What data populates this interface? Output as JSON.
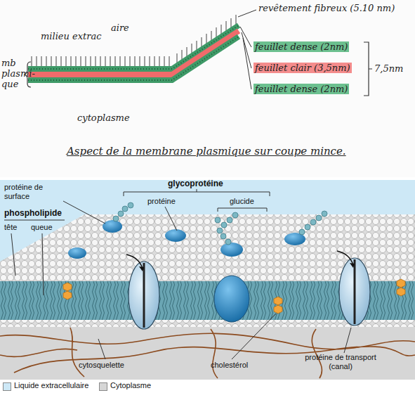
{
  "diagram": {
    "caption": "Aspect de la membrane plasmique sur coupe mince.",
    "labels": [
      "revêtement fibreux (5.10 nm)",
      "milieu extrac",
      "aire",
      "feuillet dense (2nm)",
      "feuillet clair (3,5nm)",
      "feuillet dense (2nm)",
      "7,5nm",
      "mb plasmi- que",
      "cytoplasme",
      "glycoprotéine",
      "protéine de surface",
      "protéine",
      "glucide",
      "phospholipide",
      "tête",
      "queue",
      "cytosquelette",
      "cholestérol",
      "protéine de transport (canal)"
    ],
    "legend": [
      {
        "text": "Liquide extracellulaire",
        "color": "#cde8f6"
      },
      {
        "text": "Cytoplasme",
        "color": "#d6d6d6"
      }
    ]
  }
}
